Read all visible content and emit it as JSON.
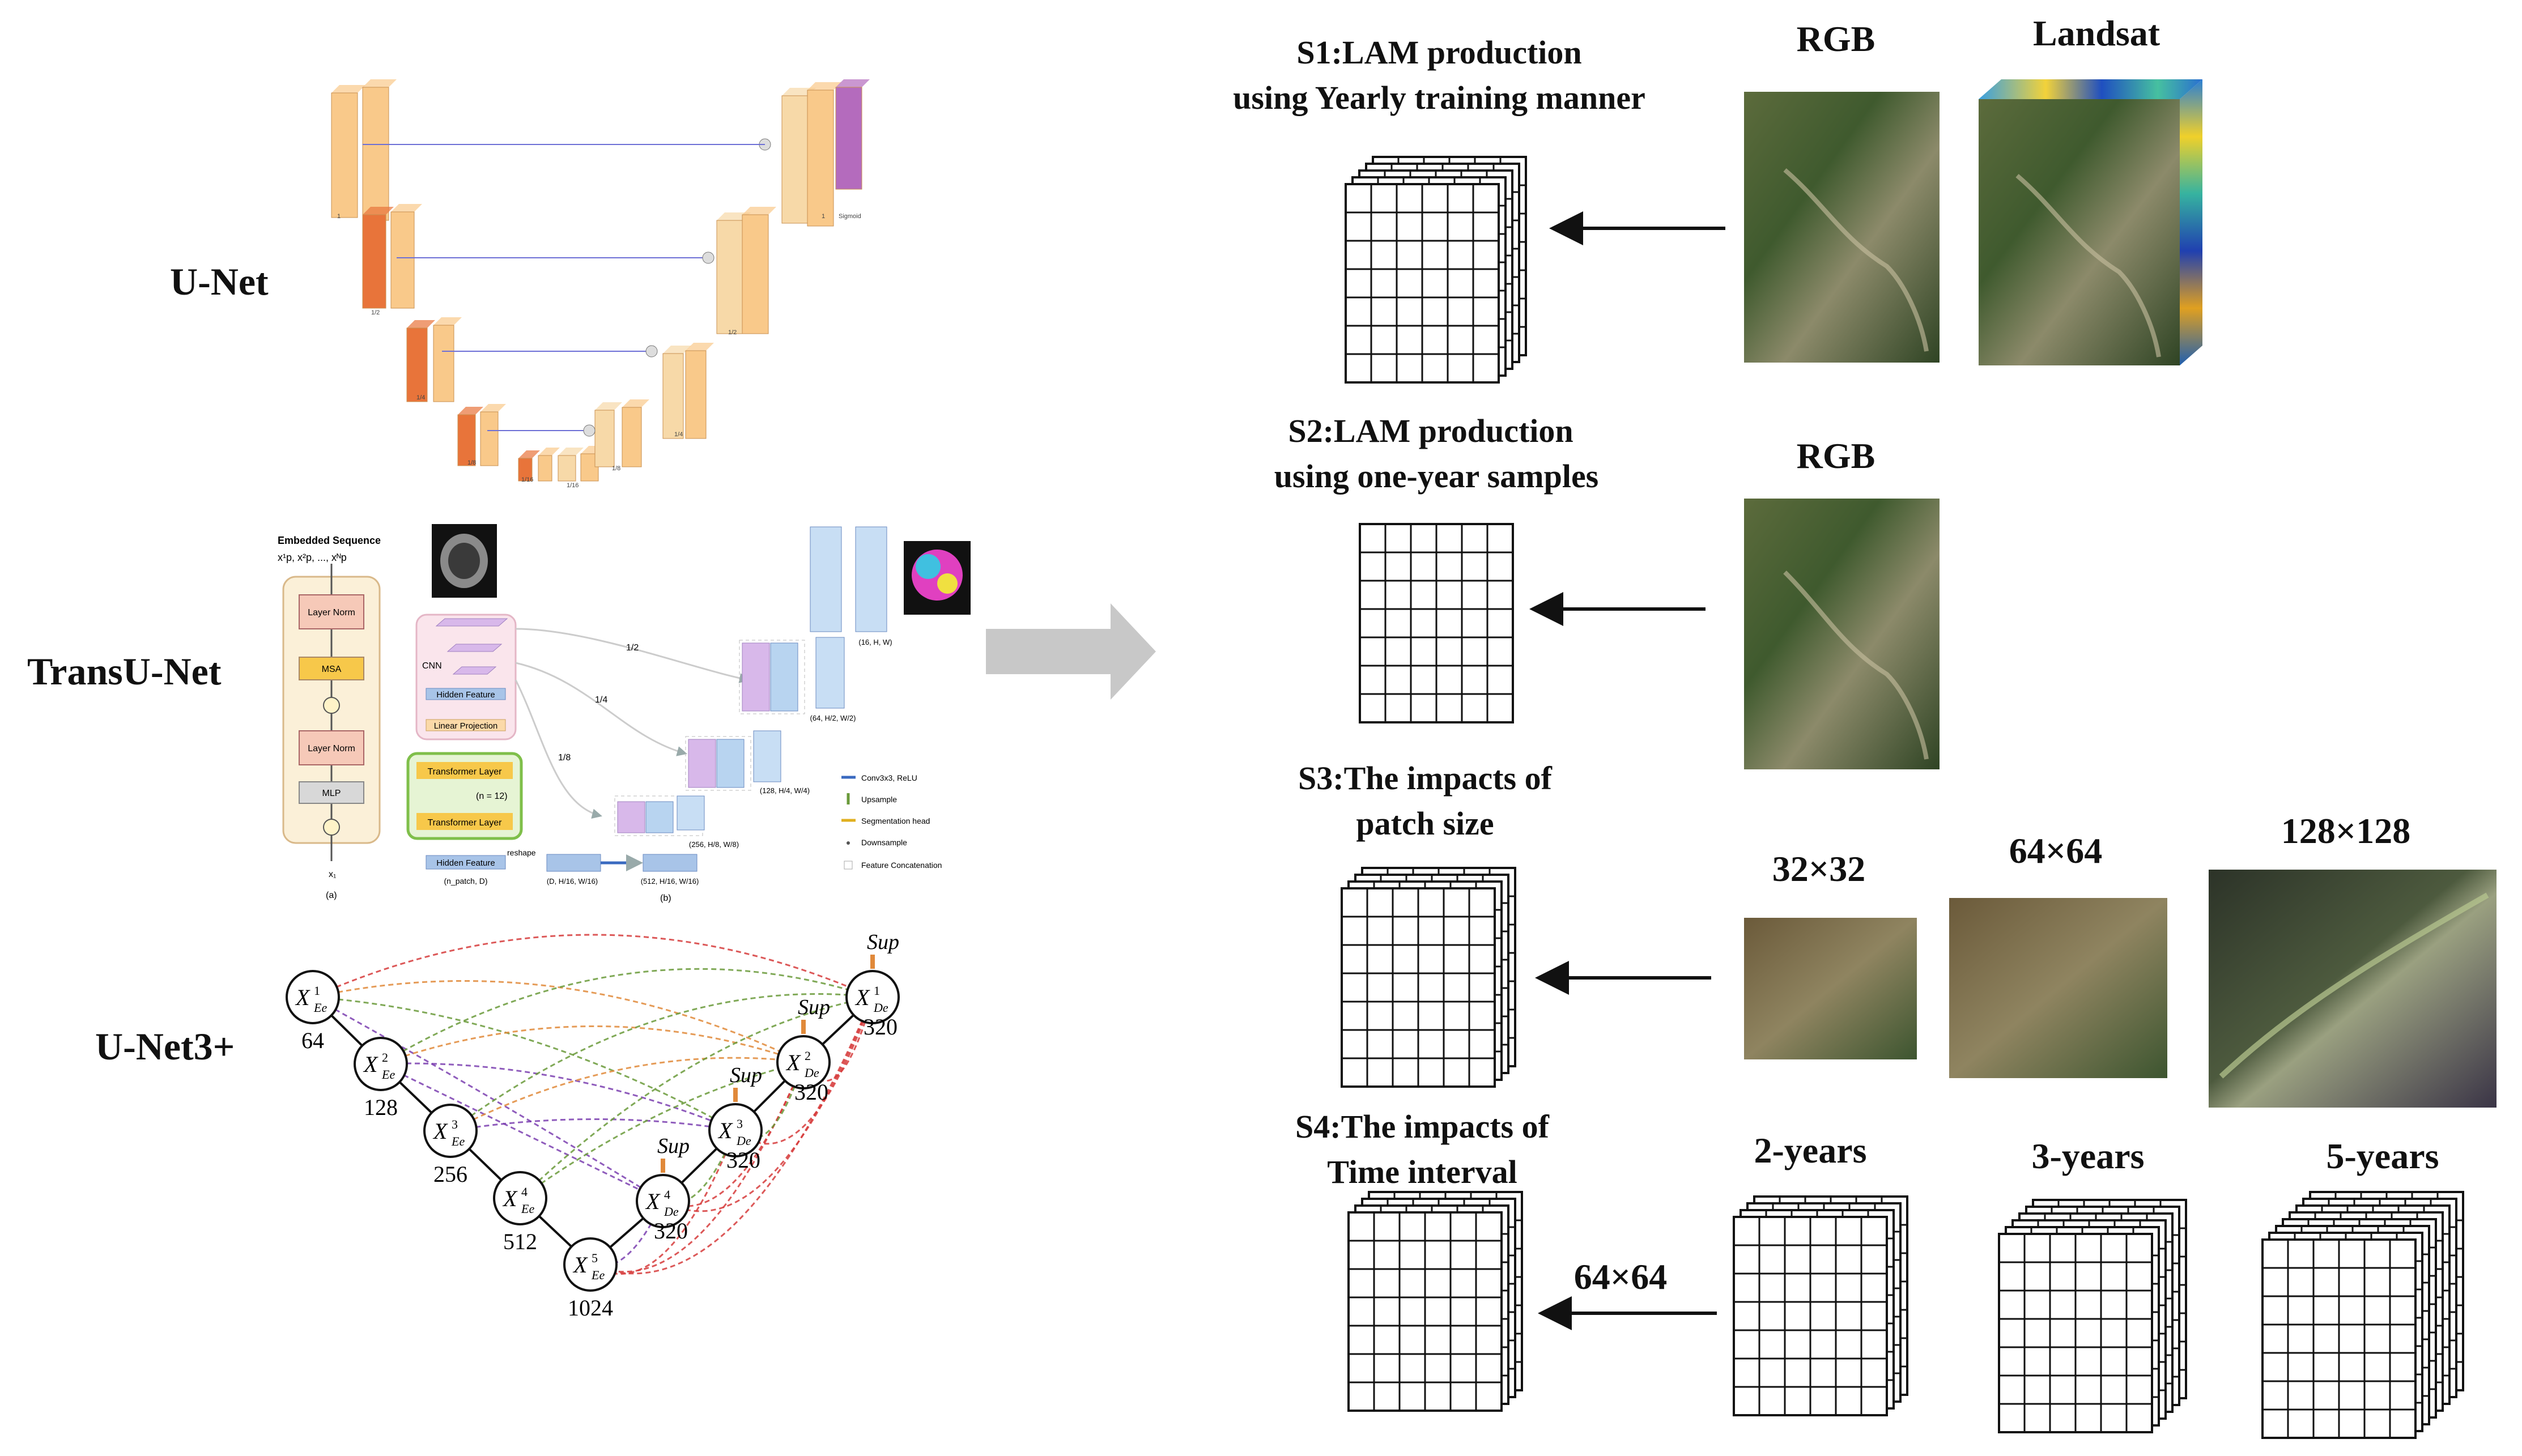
{
  "left": {
    "unet": {
      "title": "U-Net",
      "level_labels": [
        "1",
        "1/2",
        "1/4",
        "1/8",
        "1/16",
        "1/16",
        "1/8",
        "1/4",
        "1/2",
        "1"
      ],
      "output_label": "Sigmoid",
      "colors": {
        "encoder": "#f9c98a",
        "encoder_dark": "#e8743a",
        "decoder": "#f7d9a8",
        "output": "#b46bbd",
        "skip": "#6d6fd6"
      }
    },
    "transunet": {
      "title": "TransU-Net",
      "embedded_sequence": "Embedded Sequence",
      "sequence_symbols": "x¹p, x²p, ..., xᴺp",
      "block_labels": [
        "Layer Norm",
        "MSA",
        "Layer Norm",
        "MLP"
      ],
      "cnn": "CNN",
      "hidden_feature_top": "Hidden Feature",
      "linear_projection": "Linear Projection",
      "transformer_layer_top": "Transformer Layer",
      "n_layers": "(n = 12)",
      "transformer_layer_bottom": "Transformer Layer",
      "hidden_feature_bottom": "Hidden Feature",
      "patch_dim": "(n_patch, D)",
      "reshape": "reshape",
      "scales": [
        "1/2",
        "1/4",
        "1/8"
      ],
      "dims": [
        "(D, H/16, W/16)",
        "(512, H/16, W/16)",
        "(256, H/8, W/8)",
        "(128, H/4, W/4)",
        "(64, H/2, W/2)",
        "(16, H, W)"
      ],
      "legend": [
        "Conv3x3, ReLU",
        "Upsample",
        "Segmentation head",
        "Downsample",
        "Feature Concatenation"
      ],
      "sub_a": "(a)",
      "sub_b": "(b)",
      "x1": "x₁"
    },
    "unet3": {
      "title": "U-Net3+",
      "encoder_nodes": [
        {
          "sub": "Ee",
          "sup": "1",
          "ch": "64"
        },
        {
          "sub": "Ee",
          "sup": "2",
          "ch": "128"
        },
        {
          "sub": "Ee",
          "sup": "3",
          "ch": "256"
        },
        {
          "sub": "Ee",
          "sup": "4",
          "ch": "512"
        },
        {
          "sub": "Ee",
          "sup": "5",
          "ch": "1024"
        }
      ],
      "decoder_nodes": [
        {
          "sub": "De",
          "sup": "4",
          "ch": "320"
        },
        {
          "sub": "De",
          "sup": "3",
          "ch": "320"
        },
        {
          "sub": "De",
          "sup": "2",
          "ch": "320"
        },
        {
          "sub": "De",
          "sup": "1",
          "ch": "320"
        }
      ],
      "node_letter": "X",
      "sup_label": "Sup",
      "colors": {
        "red": "#d63b3b",
        "green": "#6a9a3a",
        "purple": "#7b3fb0",
        "orange": "#e0893a"
      }
    }
  },
  "arrow_color": "#c8c8c8",
  "right": {
    "s1": {
      "title_lines": [
        "S1:LAM production",
        "using Yearly training manner"
      ],
      "rgb": "RGB",
      "landsat": "Landsat"
    },
    "s2": {
      "title_lines": [
        "S2:LAM production",
        "using one-year samples"
      ],
      "rgb": "RGB"
    },
    "s3": {
      "title_lines": [
        "S3:The impacts of",
        "patch size"
      ],
      "sizes": [
        "32×32",
        "64×64",
        "128×128"
      ]
    },
    "s4": {
      "title_lines": [
        "S4:The impacts of",
        "Time interval"
      ],
      "arrow_label": "64×64",
      "intervals": [
        "2-years",
        "3-years",
        "5-years"
      ]
    }
  }
}
